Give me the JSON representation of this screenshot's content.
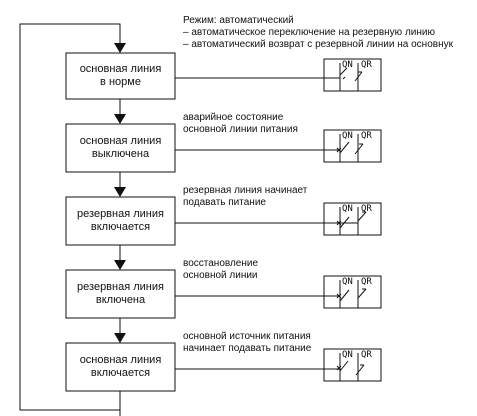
{
  "mode": {
    "title": "Режим: автоматический",
    "line1": "– автоматическое переключение на резервную линию",
    "line2": "– автоматический возврат с резервной линии на основнук"
  },
  "steps": [
    {
      "box_line1": "основная линия",
      "box_line2": "в норме",
      "qn": "QN",
      "qr": "QR"
    },
    {
      "box_line1": "основная линия",
      "box_line2": "выключена",
      "note_line1": "аварийное состояние",
      "note_line2": "основной линии питания",
      "qn": "QN",
      "qr": "QR"
    },
    {
      "box_line1": "резервная линия",
      "box_line2": "включается",
      "note_line1": "резервная  линия  начинает",
      "note_line2": "подавать питание",
      "qn": "QN",
      "qr": "QR"
    },
    {
      "box_line1": "резервная линия",
      "box_line2": "включена",
      "note_line1": "восстановление",
      "note_line2": "основной линии",
      "qn": "QN",
      "qr": "QR"
    },
    {
      "box_line1": "основная линия",
      "box_line2": "включается",
      "note_line1": "основной источник питания",
      "note_line2": "начинает подавать питание",
      "qn": "QN",
      "qr": "QR"
    }
  ]
}
